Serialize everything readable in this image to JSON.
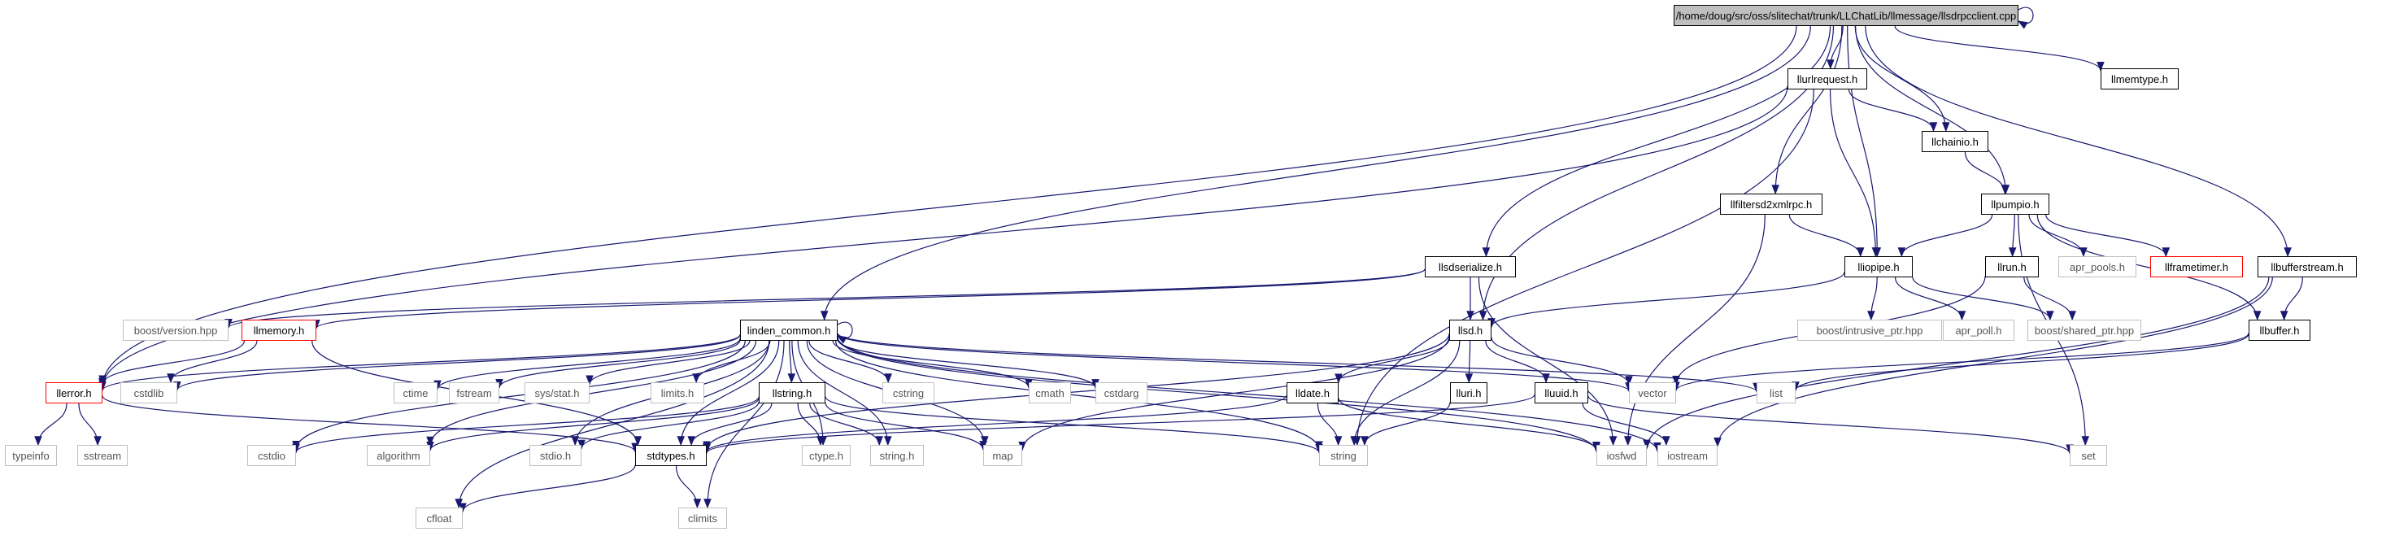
{
  "nodes": [
    {
      "id": "root",
      "label": "/home/doug/src/oss/slitechat/trunk/LLChatLib/llmessage/llsdrpcclient.cpp",
      "kind": "root"
    },
    {
      "id": "llurlrequest",
      "label": "llurlrequest.h",
      "kind": "internal"
    },
    {
      "id": "llmemtype",
      "label": "llmemtype.h",
      "kind": "internal"
    },
    {
      "id": "llchainio",
      "label": "llchainio.h",
      "kind": "internal"
    },
    {
      "id": "llpumpio",
      "label": "llpumpio.h",
      "kind": "internal"
    },
    {
      "id": "llfiltersd2xmlrpc",
      "label": "llfiltersd2xmlrpc.h",
      "kind": "internal"
    },
    {
      "id": "llsdserialize",
      "label": "llsdserialize.h",
      "kind": "internal"
    },
    {
      "id": "lliopipe",
      "label": "lliopipe.h",
      "kind": "internal"
    },
    {
      "id": "llrun",
      "label": "llrun.h",
      "kind": "internal"
    },
    {
      "id": "apr_pools",
      "label": "apr_pools.h",
      "kind": "external"
    },
    {
      "id": "llframetimer",
      "label": "llframetimer.h",
      "kind": "warn"
    },
    {
      "id": "llbufferstream",
      "label": "llbufferstream.h",
      "kind": "internal"
    },
    {
      "id": "boost_version",
      "label": "boost/version.hpp",
      "kind": "external"
    },
    {
      "id": "llmemory",
      "label": "llmemory.h",
      "kind": "warn"
    },
    {
      "id": "linden_common",
      "label": "linden_common.h",
      "kind": "internal"
    },
    {
      "id": "llsd",
      "label": "llsd.h",
      "kind": "internal"
    },
    {
      "id": "boost_intrusive",
      "label": "boost/intrusive_ptr.hpp",
      "kind": "external"
    },
    {
      "id": "apr_poll",
      "label": "apr_poll.h",
      "kind": "external"
    },
    {
      "id": "boost_shared",
      "label": "boost/shared_ptr.hpp",
      "kind": "external"
    },
    {
      "id": "llbuffer",
      "label": "llbuffer.h",
      "kind": "internal"
    },
    {
      "id": "llerror",
      "label": "llerror.h",
      "kind": "warn"
    },
    {
      "id": "cstdlib",
      "label": "cstdlib",
      "kind": "external"
    },
    {
      "id": "ctime",
      "label": "ctime",
      "kind": "external"
    },
    {
      "id": "fstream",
      "label": "fstream",
      "kind": "external"
    },
    {
      "id": "sysstat",
      "label": "sys/stat.h",
      "kind": "external"
    },
    {
      "id": "limits",
      "label": "limits.h",
      "kind": "external"
    },
    {
      "id": "llstring",
      "label": "llstring.h",
      "kind": "internal"
    },
    {
      "id": "cstring",
      "label": "cstring",
      "kind": "external"
    },
    {
      "id": "cmath",
      "label": "cmath",
      "kind": "external"
    },
    {
      "id": "cstdarg",
      "label": "cstdarg",
      "kind": "external"
    },
    {
      "id": "lldate",
      "label": "lldate.h",
      "kind": "internal"
    },
    {
      "id": "lluri",
      "label": "lluri.h",
      "kind": "internal"
    },
    {
      "id": "lluuid",
      "label": "lluuid.h",
      "kind": "internal"
    },
    {
      "id": "vector",
      "label": "vector",
      "kind": "external"
    },
    {
      "id": "list",
      "label": "list",
      "kind": "external"
    },
    {
      "id": "typeinfo",
      "label": "typeinfo",
      "kind": "external"
    },
    {
      "id": "sstream",
      "label": "sstream",
      "kind": "external"
    },
    {
      "id": "cstdio",
      "label": "cstdio",
      "kind": "external"
    },
    {
      "id": "algorithm",
      "label": "algorithm",
      "kind": "external"
    },
    {
      "id": "stdio",
      "label": "stdio.h",
      "kind": "external"
    },
    {
      "id": "stdtypes",
      "label": "stdtypes.h",
      "kind": "internal"
    },
    {
      "id": "ctype",
      "label": "ctype.h",
      "kind": "external"
    },
    {
      "id": "stringh",
      "label": "string.h",
      "kind": "external"
    },
    {
      "id": "map",
      "label": "map",
      "kind": "external"
    },
    {
      "id": "string",
      "label": "string",
      "kind": "external"
    },
    {
      "id": "iosfwd",
      "label": "iosfwd",
      "kind": "external"
    },
    {
      "id": "iostream",
      "label": "iostream",
      "kind": "external"
    },
    {
      "id": "set",
      "label": "set",
      "kind": "external"
    },
    {
      "id": "cfloat",
      "label": "cfloat",
      "kind": "external"
    },
    {
      "id": "climits",
      "label": "climits",
      "kind": "external"
    }
  ],
  "edges": [
    [
      "root",
      "root"
    ],
    [
      "root",
      "llurlrequest"
    ],
    [
      "root",
      "llmemtype"
    ],
    [
      "root",
      "llchainio"
    ],
    [
      "root",
      "llpumpio"
    ],
    [
      "root",
      "llfiltersd2xmlrpc"
    ],
    [
      "root",
      "llsdserialize"
    ],
    [
      "root",
      "lliopipe"
    ],
    [
      "root",
      "llbufferstream"
    ],
    [
      "root",
      "linden_common"
    ],
    [
      "root",
      "llsd"
    ],
    [
      "root",
      "llerror"
    ],
    [
      "llurlrequest",
      "llchainio"
    ],
    [
      "llurlrequest",
      "lliopipe"
    ],
    [
      "llurlrequest",
      "llerror"
    ],
    [
      "llurlrequest",
      "string"
    ],
    [
      "llchainio",
      "llpumpio"
    ],
    [
      "llpumpio",
      "lliopipe"
    ],
    [
      "llpumpio",
      "llrun"
    ],
    [
      "llpumpio",
      "apr_pools"
    ],
    [
      "llpumpio",
      "llframetimer"
    ],
    [
      "llpumpio",
      "llbuffer"
    ],
    [
      "llpumpio",
      "set"
    ],
    [
      "llfiltersd2xmlrpc",
      "lliopipe"
    ],
    [
      "llfiltersd2xmlrpc",
      "iosfwd"
    ],
    [
      "llsdserialize",
      "llmemory"
    ],
    [
      "llsdserialize",
      "llsd"
    ],
    [
      "llsdserialize",
      "boost_version"
    ],
    [
      "llsdserialize",
      "iosfwd"
    ],
    [
      "lliopipe",
      "llsd"
    ],
    [
      "lliopipe",
      "boost_intrusive"
    ],
    [
      "lliopipe",
      "apr_poll"
    ],
    [
      "lliopipe",
      "boost_shared"
    ],
    [
      "llrun",
      "boost_shared"
    ],
    [
      "llrun",
      "vector"
    ],
    [
      "llbufferstream",
      "llbuffer"
    ],
    [
      "llbufferstream",
      "iosfwd"
    ],
    [
      "llbufferstream",
      "iostream"
    ],
    [
      "llbuffer",
      "list"
    ],
    [
      "llbuffer",
      "vector"
    ],
    [
      "llmemory",
      "llerror"
    ],
    [
      "llmemory",
      "cstdlib"
    ],
    [
      "llmemory",
      "stdtypes"
    ],
    [
      "linden_common",
      "linden_common"
    ],
    [
      "linden_common",
      "llerror"
    ],
    [
      "linden_common",
      "cstdlib"
    ],
    [
      "linden_common",
      "ctime"
    ],
    [
      "linden_common",
      "fstream"
    ],
    [
      "linden_common",
      "sysstat"
    ],
    [
      "linden_common",
      "limits"
    ],
    [
      "linden_common",
      "llstring"
    ],
    [
      "linden_common",
      "cstring"
    ],
    [
      "linden_common",
      "cmath"
    ],
    [
      "linden_common",
      "cstdarg"
    ],
    [
      "linden_common",
      "vector"
    ],
    [
      "linden_common",
      "list"
    ],
    [
      "linden_common",
      "cstdio"
    ],
    [
      "linden_common",
      "algorithm"
    ],
    [
      "linden_common",
      "stdio"
    ],
    [
      "linden_common",
      "stdtypes"
    ],
    [
      "linden_common",
      "ctype"
    ],
    [
      "linden_common",
      "stringh"
    ],
    [
      "linden_common",
      "map"
    ],
    [
      "linden_common",
      "string"
    ],
    [
      "linden_common",
      "iosfwd"
    ],
    [
      "linden_common",
      "iostream"
    ],
    [
      "linden_common",
      "cfloat"
    ],
    [
      "linden_common",
      "climits"
    ],
    [
      "llsd",
      "lldate"
    ],
    [
      "llsd",
      "lluri"
    ],
    [
      "llsd",
      "lluuid"
    ],
    [
      "llsd",
      "vector"
    ],
    [
      "llsd",
      "map"
    ],
    [
      "llsd",
      "string"
    ],
    [
      "llsd",
      "stdtypes"
    ],
    [
      "llerror",
      "typeinfo"
    ],
    [
      "llerror",
      "sstream"
    ],
    [
      "llerror",
      "stdtypes"
    ],
    [
      "llstring",
      "cstdio"
    ],
    [
      "llstring",
      "algorithm"
    ],
    [
      "llstring",
      "stdio"
    ],
    [
      "llstring",
      "stdtypes"
    ],
    [
      "llstring",
      "ctype"
    ],
    [
      "llstring",
      "stringh"
    ],
    [
      "llstring",
      "map"
    ],
    [
      "llstring",
      "string"
    ],
    [
      "lldate",
      "iosfwd"
    ],
    [
      "lldate",
      "string"
    ],
    [
      "lldate",
      "stdtypes"
    ],
    [
      "lluri",
      "string"
    ],
    [
      "lluuid",
      "iostream"
    ],
    [
      "lluuid",
      "set"
    ],
    [
      "lluuid",
      "stdtypes"
    ],
    [
      "stdtypes",
      "cfloat"
    ],
    [
      "stdtypes",
      "climits"
    ]
  ],
  "colors": {
    "edge": "#191970",
    "root_fill": "#bfbfbf",
    "node_border": "#000000",
    "external_border": "#bfbfbf",
    "warn_border": "#ff0000"
  }
}
